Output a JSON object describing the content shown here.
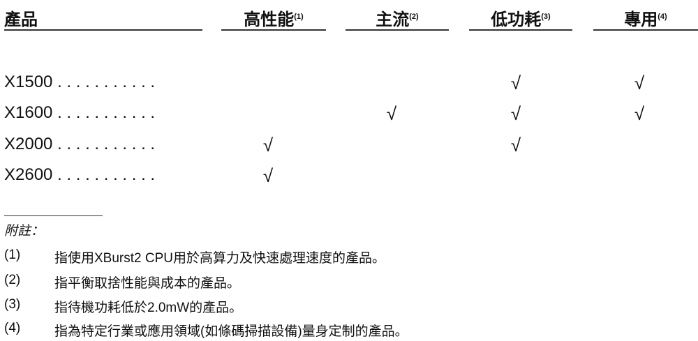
{
  "headers": {
    "product": "產品",
    "cols": [
      {
        "label": "高性能",
        "note": "(1)"
      },
      {
        "label": "主流",
        "note": "(2)"
      },
      {
        "label": "低功耗",
        "note": "(3)"
      },
      {
        "label": "專用",
        "note": "(4)"
      }
    ]
  },
  "check_mark": "√",
  "rows": [
    {
      "name": "X1500 . . . . . . . . . . .",
      "checks": [
        false,
        false,
        true,
        true
      ]
    },
    {
      "name": "X1600 . . . . . . . . . . .",
      "checks": [
        false,
        true,
        true,
        true
      ]
    },
    {
      "name": "X2000 . . . . . . . . . . .",
      "checks": [
        true,
        false,
        true,
        false
      ]
    },
    {
      "name": "X2600 . . . . . . . . . . .",
      "checks": [
        true,
        false,
        false,
        false
      ]
    }
  ],
  "footnotes": {
    "title": "附註：",
    "items": [
      {
        "num": "(1)",
        "text": "指使用XBurst2 CPU用於高算力及快速處理速度的產品。"
      },
      {
        "num": "(2)",
        "text": "指平衡取捨性能與成本的產品。"
      },
      {
        "num": "(3)",
        "text": "指待機功耗低於2.0mW的產品。"
      },
      {
        "num": "(4)",
        "text": "指為特定行業或應用領域(如條碼掃描設備)量身定制的產品。"
      }
    ]
  }
}
